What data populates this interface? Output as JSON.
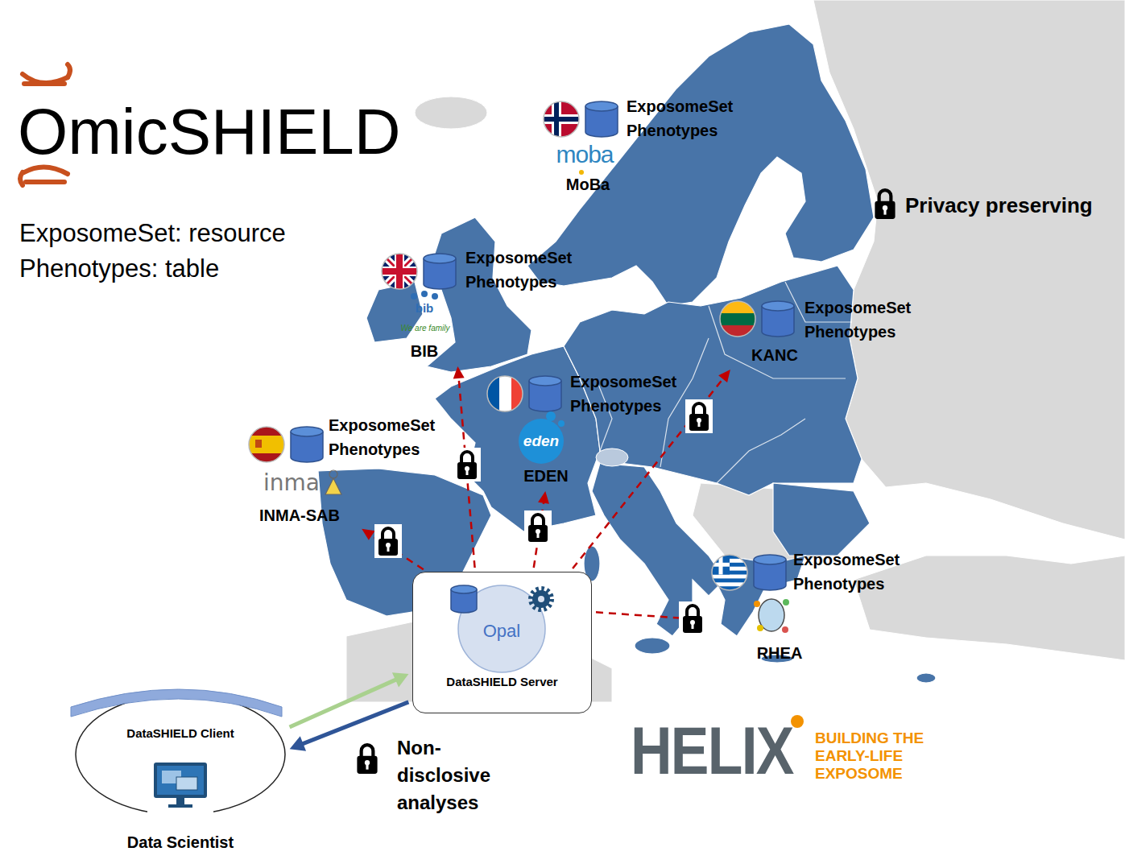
{
  "diagram": {
    "title": "OmicSHIELD",
    "nodes": [
      {
        "text": [
          "ExposomeSet Phenotypes",
          "MoBa"
        ]
      },
      {
        "text": [
          "ExposomeSet Phenotypes",
          "BIB"
        ]
      },
      {
        "text": [
          "ExposomeSet Phenotypes",
          "KANC"
        ]
      },
      {
        "text": [
          "ExposomeSet Phenotypes",
          "EDEN"
        ]
      },
      {
        "text": [
          "ExposomeSet Phenotypes",
          "INMA-SAB"
        ]
      },
      {
        "text": [
          "ExposomeSet Phenotypes",
          "RHEA"
        ]
      },
      {
        "text": [
          "DataSHIELD Server"
        ]
      },
      {
        "text": [
          "Opal"
        ],
        "in": 6
      },
      {
        "text": [
          "DataSHIELD Client",
          "Data Scientist"
        ]
      }
    ],
    "edges": [
      {
        "from": 6,
        "to": 4,
        "arrow": "to"
      },
      {
        "from": 6,
        "to": 1,
        "arrow": "to"
      },
      {
        "from": 6,
        "to": 3,
        "arrow": "to"
      },
      {
        "from": 6,
        "to": 2,
        "arrow": "to"
      },
      {
        "from": 6,
        "to": 5,
        "arrow": "to"
      },
      {
        "from": 8,
        "to": 6,
        "arrow": "to"
      },
      {
        "from": 6,
        "to": 8,
        "arrow": "to"
      }
    ],
    "labels": [
      "ExposomeSet: resource",
      "Phenotypes: table",
      "Privacy preserving",
      "Non-disclosive analyses",
      "moba",
      "bib",
      "We are family",
      "eden",
      "inma",
      "HELIX",
      "BUILDING THE EARLY-LIFE EXPOSOME"
    ]
  }
}
